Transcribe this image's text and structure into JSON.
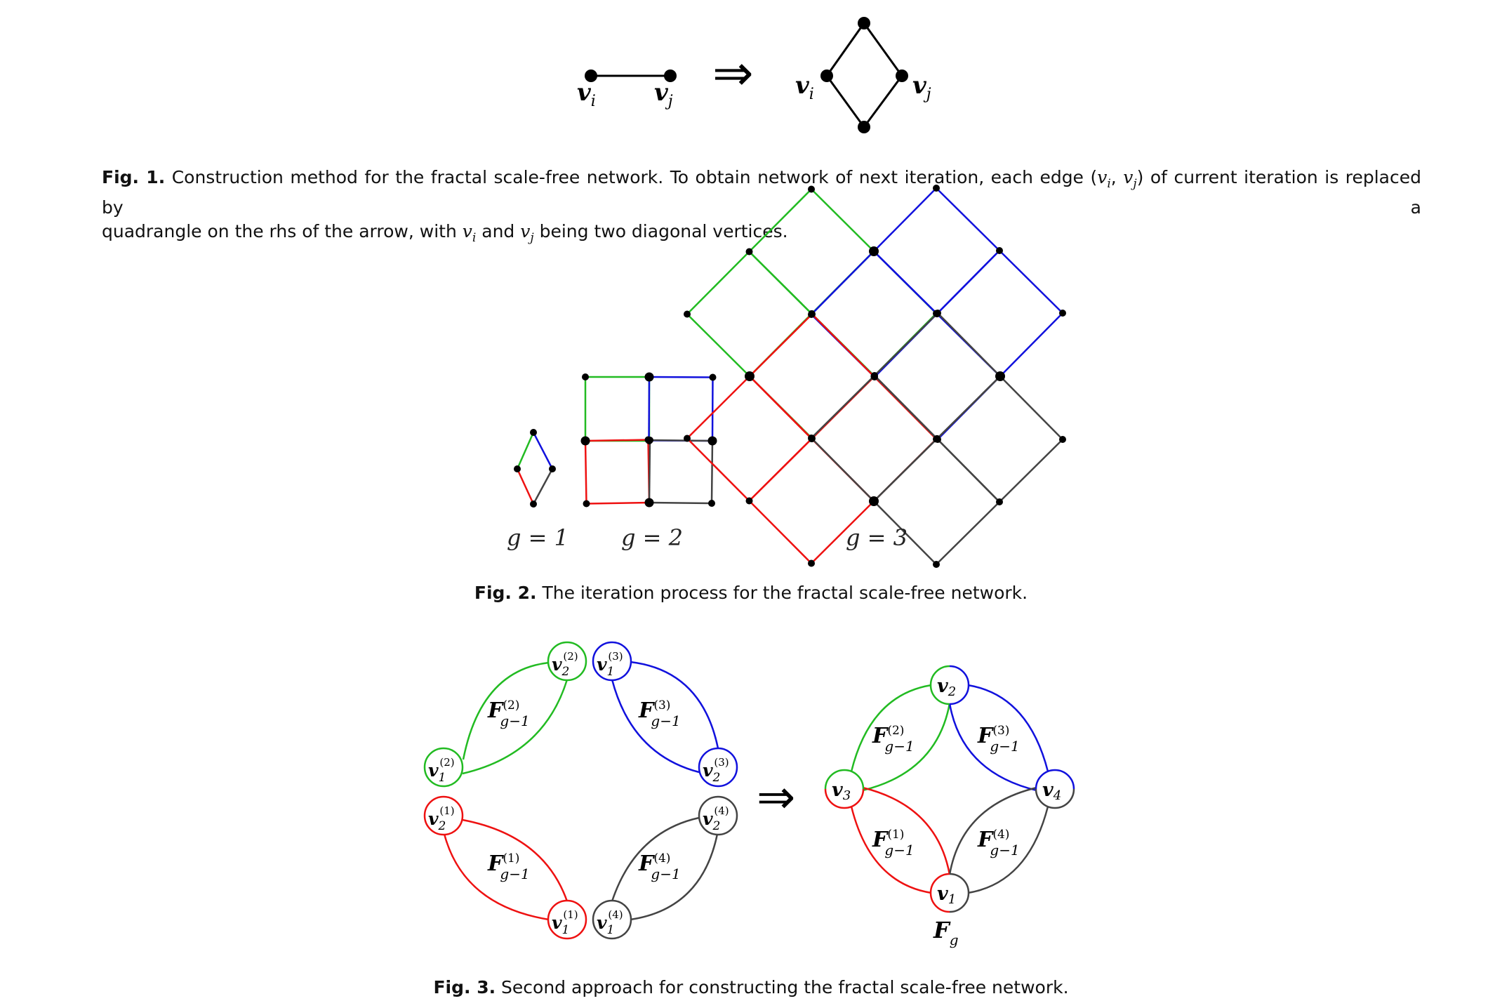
{
  "fig1": {
    "label": "Fig. 1.",
    "text": "Construction method for the fractal scale-free network. To obtain network of next iteration, each edge (v",
    "text_full": [
      {
        "t": "Construction method for the fractal scale-free network. To obtain network of next iteration, each edge ("
      },
      {
        "m": "v",
        "sub": "i"
      },
      {
        "t": ", "
      },
      {
        "m": "v",
        "sub": "j"
      },
      {
        "t": ") of current iteration is replaced by a"
      }
    ],
    "line2": [
      {
        "t": "quadrangle on the rhs of the arrow, with "
      },
      {
        "m": "v",
        "sub": "i"
      },
      {
        "t": " and "
      },
      {
        "m": "v",
        "sub": "j"
      },
      {
        "t": " being two diagonal vertices."
      }
    ],
    "node_vi": "v",
    "node_vi_sub": "i",
    "node_vj": "v",
    "node_vj_sub": "j",
    "arrow": "⇒"
  },
  "fig2": {
    "label": "Fig. 2.",
    "text": "The iteration process for the fractal scale-free network.",
    "g_labels": [
      "g = 1",
      "g = 2",
      "g = 3"
    ],
    "colors": {
      "green": "#22bb22",
      "blue": "#1111dd",
      "red": "#ee1111",
      "gray": "#444444"
    }
  },
  "fig3": {
    "label": "Fig. 3.",
    "text": "Second approach for constructing the fractal scale-free network.",
    "arrow": "⇒",
    "left_nodes": [
      {
        "id": "v1-1",
        "base": "v",
        "sub": "1",
        "sup": "(1)"
      },
      {
        "id": "v2-1",
        "base": "v",
        "sub": "2",
        "sup": "(1)"
      },
      {
        "id": "v1-2",
        "base": "v",
        "sub": "1",
        "sup": "(2)"
      },
      {
        "id": "v2-2",
        "base": "v",
        "sub": "2",
        "sup": "(2)"
      },
      {
        "id": "v1-3",
        "base": "v",
        "sub": "1",
        "sup": "(3)"
      },
      {
        "id": "v2-3",
        "base": "v",
        "sub": "2",
        "sup": "(3)"
      },
      {
        "id": "v1-4",
        "base": "v",
        "sub": "1",
        "sup": "(4)"
      },
      {
        "id": "v2-4",
        "base": "v",
        "sub": "2",
        "sup": "(4)"
      }
    ],
    "right_nodes": [
      {
        "id": "v1",
        "base": "v",
        "sub": "1"
      },
      {
        "id": "v2",
        "base": "v",
        "sub": "2"
      },
      {
        "id": "v3",
        "base": "v",
        "sub": "3"
      },
      {
        "id": "v4",
        "base": "v",
        "sub": "4"
      }
    ],
    "f_labels": [
      {
        "base": "F",
        "sub": "g−1",
        "sup": "(1)"
      },
      {
        "base": "F",
        "sub": "g−1",
        "sup": "(2)"
      },
      {
        "base": "F",
        "sub": "g−1",
        "sup": "(3)"
      },
      {
        "base": "F",
        "sub": "g−1",
        "sup": "(4)"
      }
    ],
    "fg_label": {
      "base": "F",
      "sub": "g"
    }
  }
}
